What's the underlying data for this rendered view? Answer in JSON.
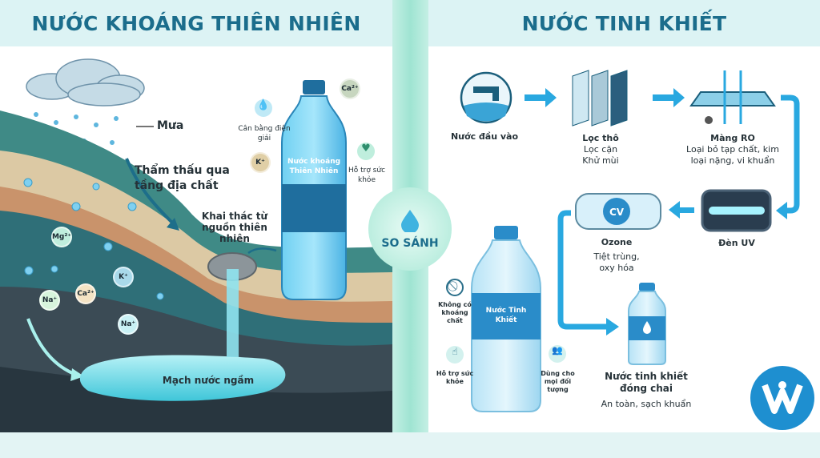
{
  "left": {
    "title": "NƯỚC KHOÁNG THIÊN NHIÊN",
    "rain_label": "Mưa",
    "infiltration_label": "Thẩm thấu qua tầng địa chất",
    "extraction_label": "Khai thác từ nguồn thiên nhiên",
    "groundwater_label": "Mạch nước ngầm",
    "bottle_label": "Nước khoáng Thiên Nhiên",
    "benefits": [
      "Cân bằng điện giải",
      "Hỗ trợ sức khỏe"
    ],
    "ions": [
      "Ca²⁺",
      "K⁺",
      "Mg²⁺",
      "K⁺",
      "Ca²⁺",
      "Na⁺",
      "Na⁺"
    ]
  },
  "center": {
    "compare_label": "SO SÁNH"
  },
  "right": {
    "title": "NƯỚC TINH KHIẾT",
    "steps": [
      {
        "title": "Nước đầu vào",
        "desc": ""
      },
      {
        "title": "Lọc thô",
        "desc": "Lọc cặn Khử mùi"
      },
      {
        "title": "Màng RO",
        "desc": "Loại bỏ tạp chất, kim loại nặng, vi khuẩn"
      },
      {
        "title": "Đèn UV",
        "desc": ""
      },
      {
        "title": "Ozone",
        "desc": "Tiệt trùng, oxy hóa"
      },
      {
        "title": "Nước tinh khiết đóng chai",
        "desc": "An toàn, sạch khuẩn"
      }
    ],
    "ozone_badge": "CV",
    "bottle_label": "Nước Tinh Khiết",
    "features": [
      "Không có khoáng chất",
      "Hỗ trợ sức khỏe",
      "Dùng cho mọi đối tượng"
    ]
  },
  "colors": {
    "title": "#1b6d8c",
    "arrow": "#29a8e0",
    "bottle": "#1f6e9e"
  }
}
